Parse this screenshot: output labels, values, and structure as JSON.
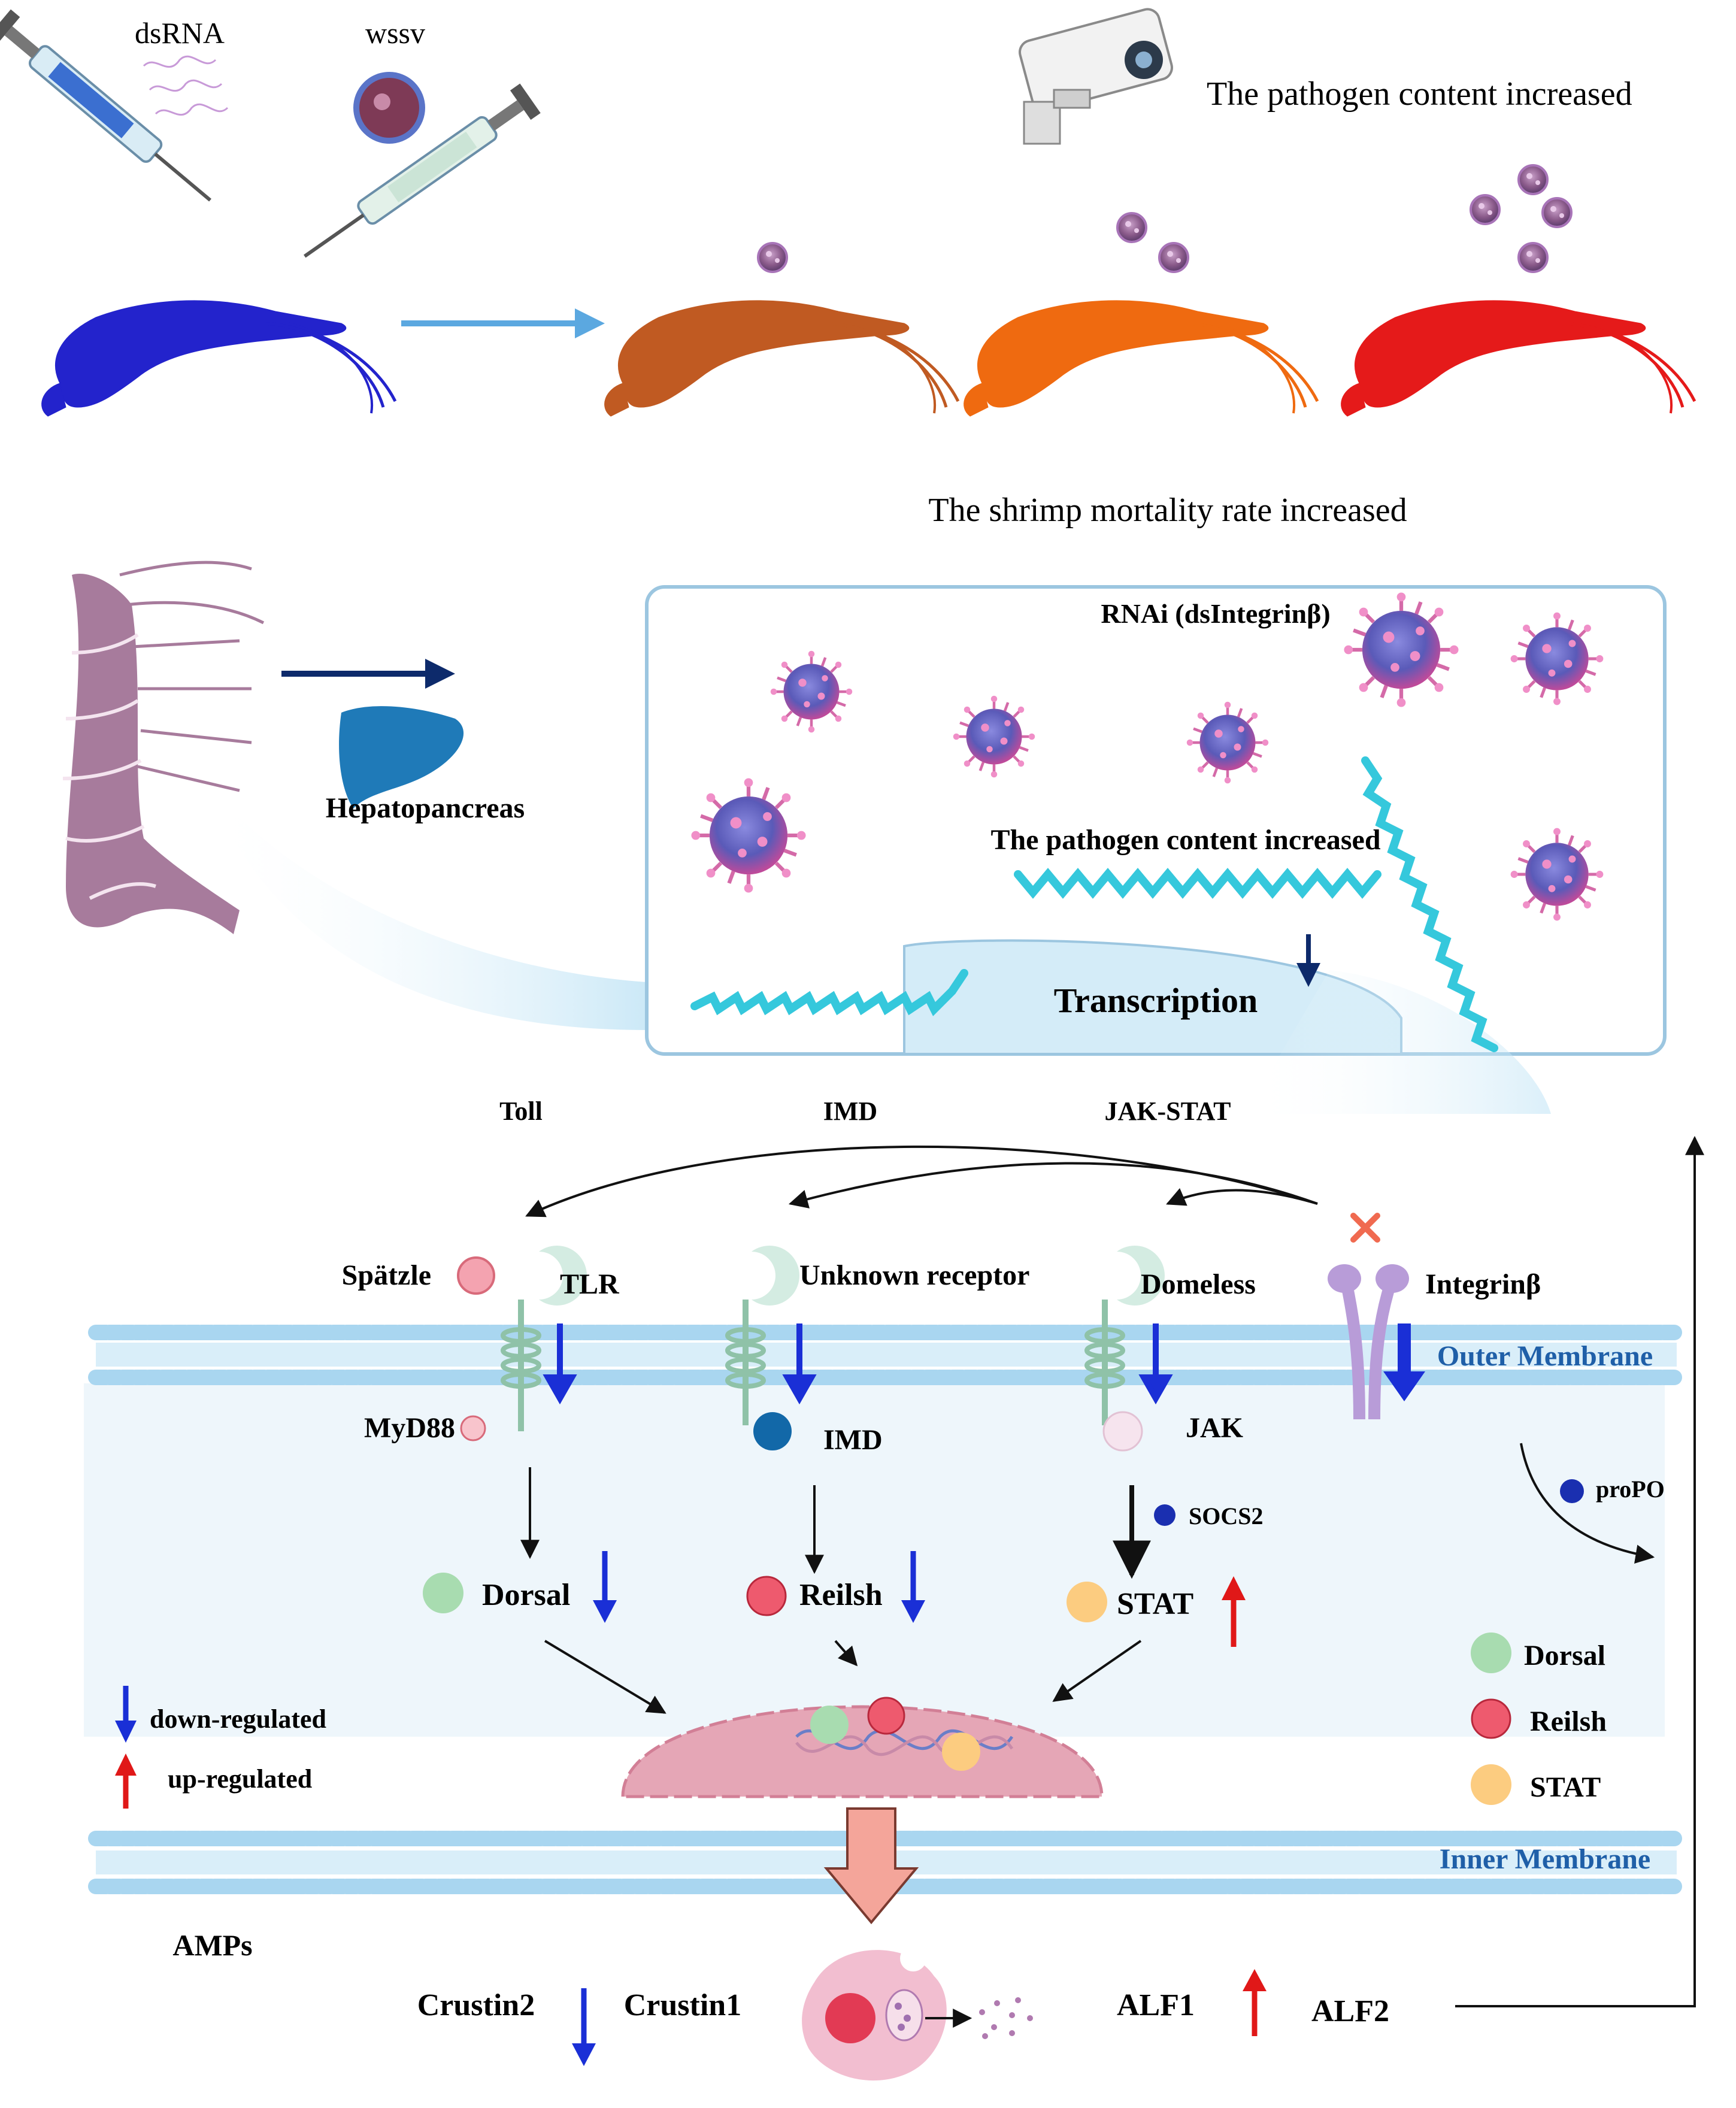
{
  "top": {
    "dsrna_label": "dsRNA",
    "wssv_label": "wssv",
    "pathogen_increase": "The pathogen content increased",
    "mortality_increase": "The shrimp mortality rate increased"
  },
  "middle": {
    "hepatopancreas_label": "Hepatopancreas",
    "rnai_label": "RNAi (dsIntegrinβ)",
    "pathogen_increase": "The pathogen content increased",
    "transcription_label": "Transcription"
  },
  "pathways": {
    "toll": "Toll",
    "imd": "IMD",
    "jakstat": "JAK-STAT"
  },
  "receptors": {
    "spatzle": "Spätzle",
    "tlr": "TLR",
    "unknown": "Unknown receptor",
    "domeless": "Domeless",
    "integrin": "Integrinβ"
  },
  "membranes": {
    "outer": "Outer Membrane",
    "inner": "Inner Membrane"
  },
  "adaptors": {
    "myd88": "MyD88",
    "imd": "IMD",
    "jak": "JAK",
    "socs2": "SOCS2",
    "propo": "proPO"
  },
  "factors": {
    "dorsal": "Dorsal",
    "reilsh": "Reilsh",
    "stat": "STAT"
  },
  "legend": {
    "down": "down-regulated",
    "up": "up-regulated",
    "dorsal": "Dorsal",
    "reilsh": "Reilsh",
    "stat": "STAT"
  },
  "amps": {
    "title": "AMPs",
    "crustin2": "Crustin2",
    "crustin1": "Crustin1",
    "alf1": "ALF1",
    "alf2": "ALF2"
  },
  "colors": {
    "down_arrow": "#1a2fd6",
    "up_arrow": "#e01818",
    "dorsal": "#a8dcb0",
    "reilsh": "#ee5a6e",
    "stat": "#fccc80",
    "membrane": "#a9d6f0",
    "nucleus": "#e5a6b6"
  }
}
